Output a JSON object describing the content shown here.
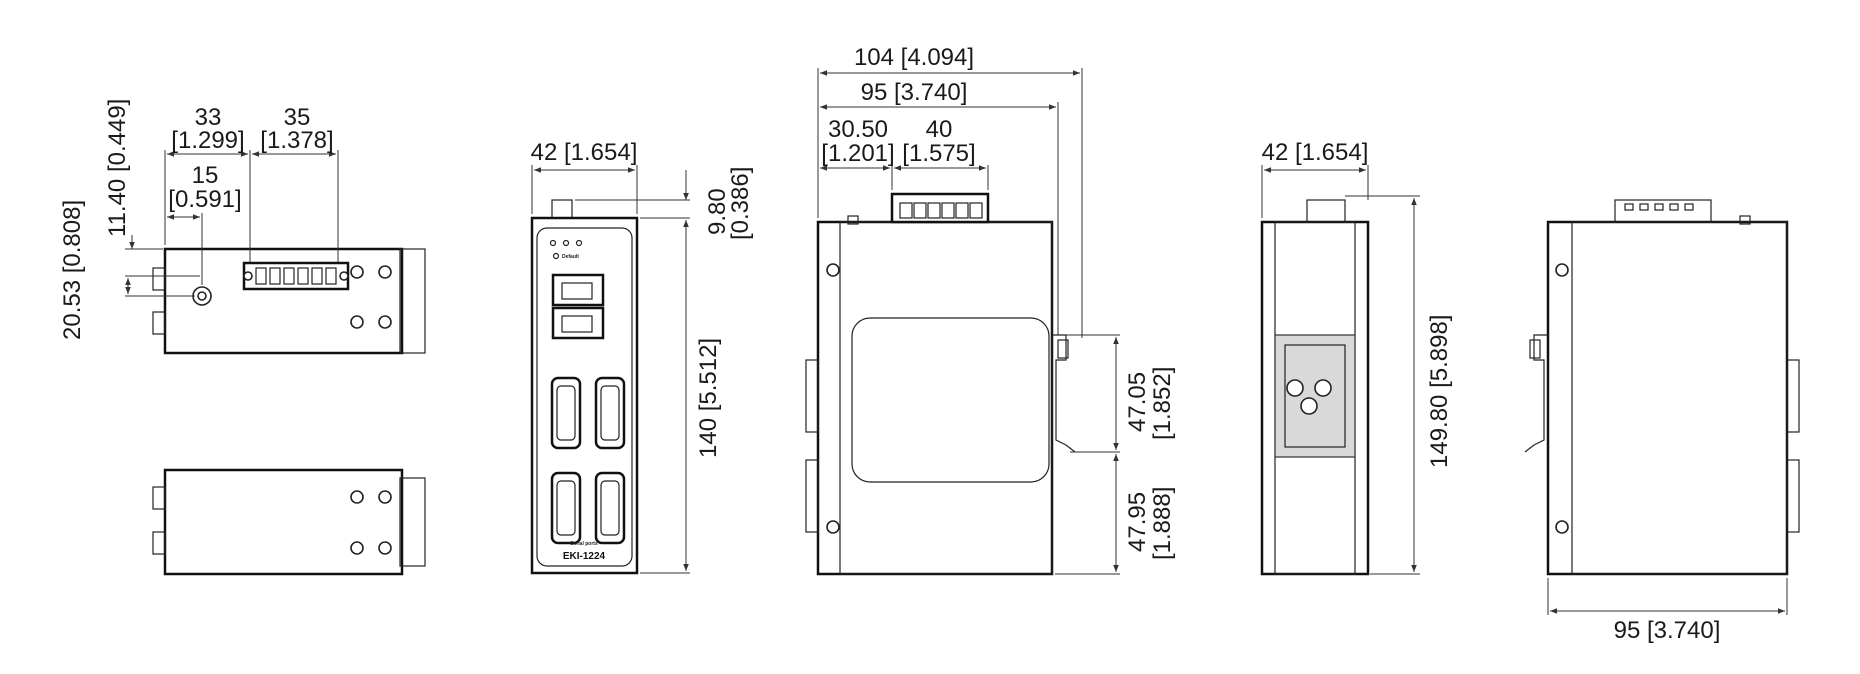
{
  "diagram": {
    "top_view": {
      "dim_33": "33",
      "dim_33_in": "[1.299]",
      "dim_35": "35",
      "dim_35_in": "[1.378]",
      "dim_15": "15",
      "dim_15_in": "[0.591]",
      "dim_11_40": "11.40 [0.449]",
      "dim_20_53": "20.53 [0.808]"
    },
    "front_view": {
      "width": "42 [1.654]",
      "dim_9_80": "9.80",
      "dim_9_80_in": "[0.386]",
      "height": "140 [5.512]",
      "panel_labels": {
        "default": "Default",
        "serial_ports": "Serial ports",
        "model": "EKI-1224"
      }
    },
    "side_view": {
      "dim_104": "104 [4.094]",
      "dim_95": "95 [3.740]",
      "dim_30_50": "30.50",
      "dim_30_50_in": "[1.201]",
      "dim_40": "40",
      "dim_40_in": "[1.575]",
      "dim_47_05": "47.05",
      "dim_47_05_in": "[1.852]",
      "dim_47_95": "47.95",
      "dim_47_95_in": "[1.888]"
    },
    "rear_view": {
      "width": "42 [1.654]",
      "height": "149.80 [5.898]"
    },
    "other_side_view": {
      "width": "95 [3.740]"
    }
  },
  "colors": {
    "line": "#222222",
    "background": "#ffffff",
    "din_rail": "#d9d9d9"
  }
}
